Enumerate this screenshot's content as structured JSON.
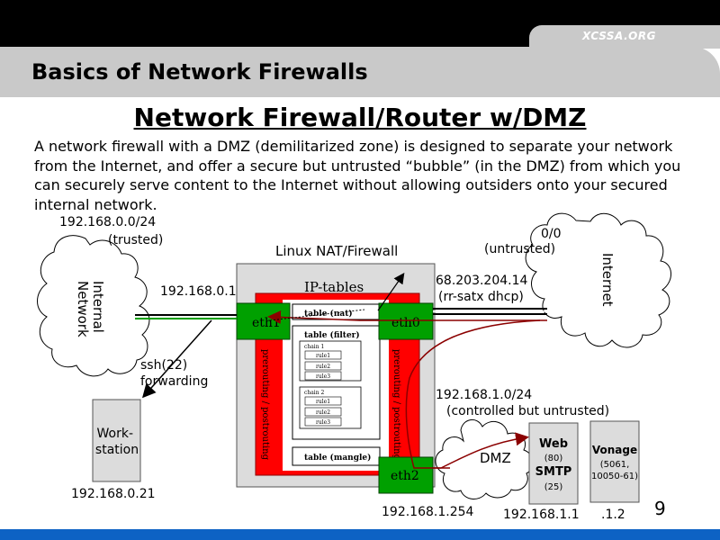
{
  "site_name": "XCSSA.ORG",
  "section_title": "Basics of Network Firewalls",
  "slide_heading": "Network Firewall/Router w/DMZ",
  "description": "A network firewall with a DMZ (demilitarized zone) is designed to separate your network from the Internet, and offer a secure but untrusted “bubble” (in the DMZ) from which you can securely serve content to the Internet without allowing outsiders onto your secured internal network.",
  "page_number": "9",
  "diagram": {
    "internal_subnet": "192.168.0.0/24",
    "internal_trust": "(trusted)",
    "internal_network_label": [
      "Internal",
      "Network"
    ],
    "internet_subnet": "0/0",
    "internet_trust": "(untrusted)",
    "internet_label": "Internet",
    "firewall_label": "Linux NAT/Firewall",
    "iptables_label": "IP-tables",
    "eth1_ip": "192.168.0.1",
    "eth0_ip": "68.203.204.14",
    "eth0_ip_note": "(rr-satx dhcp)",
    "eth1_label": "eth1",
    "eth0_label": "eth0",
    "eth2_label": "eth2",
    "table_nat": "table (nat)",
    "table_filter": "table (filter)",
    "table_mangle": "table (mangle)",
    "chain1": "chain 1",
    "chain2": "chain 2",
    "rule1": "rule1",
    "rule2": "rule2",
    "rule3": "rule3",
    "prerouting_postrouting": "prerouting / postrouting",
    "ssh_forward": [
      "ssh(22)",
      "forwarding"
    ],
    "workstation_label": [
      "Work-",
      "station"
    ],
    "workstation_ip": "192.168.0.21",
    "dmz_subnet": "192.168.1.0/24",
    "dmz_trust": "(controlled but untrusted)",
    "dmz_label": "DMZ",
    "eth2_ip": "192.168.1.254",
    "web_server": {
      "title": "Web",
      "port": "(80)",
      "title2": "SMTP",
      "port2": "(25)",
      "ip": "192.168.1.1"
    },
    "vonage": {
      "title": "Vonage",
      "ports": "(5061,",
      "ports2": "10050-61)",
      "ip": ".1.2"
    }
  }
}
